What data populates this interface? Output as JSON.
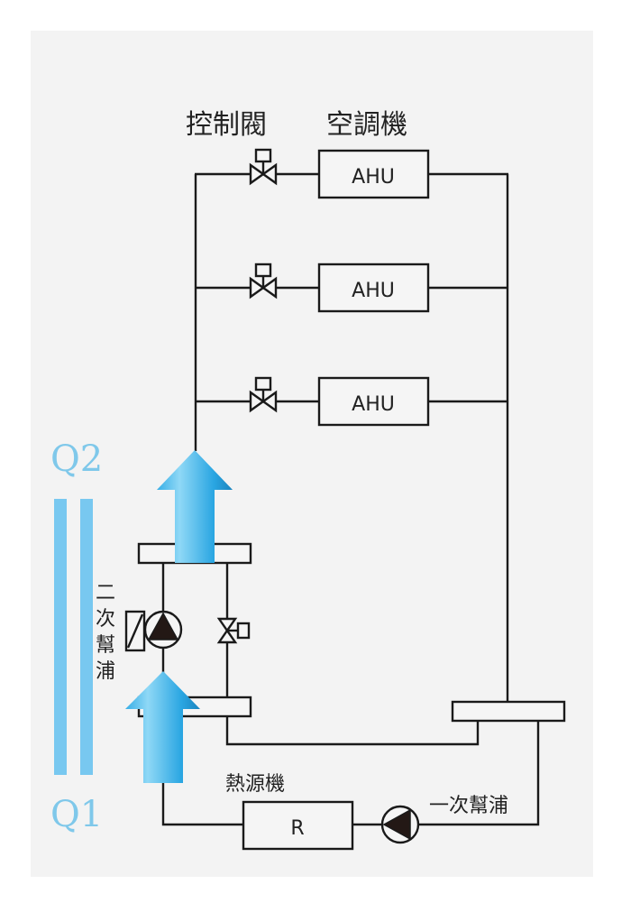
{
  "labels": {
    "control_valve": "控制閥",
    "air_handler": "空調機",
    "heat_source": "熱源機",
    "primary_pump": "一次幫浦",
    "secondary_pump_chars": [
      "二",
      "次",
      "幫",
      "浦"
    ],
    "q2": "Q2",
    "q1": "Q1"
  },
  "ahu_units": [
    {
      "label": "AHU"
    },
    {
      "label": "AHU"
    },
    {
      "label": "AHU"
    }
  ],
  "heat_source_unit": {
    "label": "R"
  },
  "colors": {
    "pipe": "#1a1a1a",
    "arrow_light": "#8fd8f6",
    "arrow_mid": "#3cb4ea",
    "arrow_dark": "#1a8fc9",
    "flow_bar": "#78c8f0",
    "q_label": "#7fc8ea",
    "panel_bg": "#f3f3f3"
  }
}
